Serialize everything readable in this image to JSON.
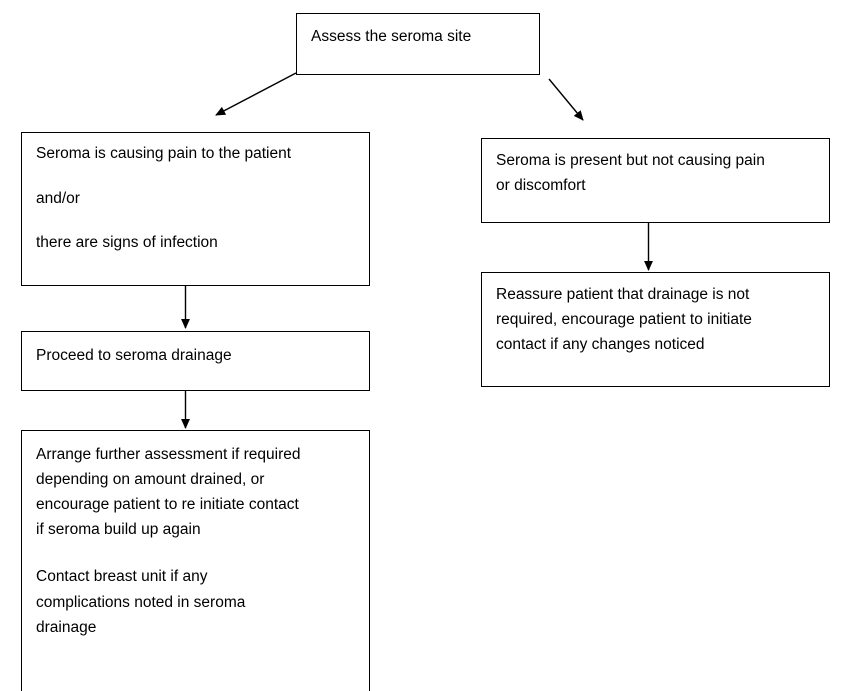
{
  "diagram": {
    "type": "flowchart",
    "orientation": "top-down",
    "background_color": "#ffffff",
    "border_color": "#000000",
    "text_color": "#000000",
    "nodes": {
      "assess": {
        "id": "assess",
        "lines": [
          "Assess the seroma site"
        ]
      },
      "pain_branch": {
        "id": "pain_branch",
        "lines": [
          "Seroma is causing pain to the patient",
          "and/or",
          "there are signs of infection"
        ]
      },
      "no_pain_branch": {
        "id": "no_pain_branch",
        "lines": [
          "Seroma is present but not causing pain",
          "or discomfort"
        ]
      },
      "proceed_drainage": {
        "id": "proceed_drainage",
        "lines": [
          "Proceed to seroma drainage"
        ]
      },
      "reassure": {
        "id": "reassure",
        "lines": [
          "Reassure patient that drainage is not",
          "required, encourage patient to initiate",
          "contact if any changes noticed"
        ]
      },
      "follow_up": {
        "id": "follow_up",
        "paragraph_one": [
          "Arrange further assessment if required",
          "depending on amount drained, or",
          "encourage patient to re initiate contact",
          "if seroma build up again"
        ],
        "paragraph_two": [
          "Contact breast unit if any",
          "complications noted in seroma",
          "drainage"
        ]
      }
    },
    "edges": [
      {
        "id": "assess-to-pain",
        "from": "assess",
        "to": "pain_branch",
        "style": "diagonal-arrow-left"
      },
      {
        "id": "assess-to-no-pain",
        "from": "assess",
        "to": "no_pain_branch",
        "style": "diagonal-arrow-right"
      },
      {
        "id": "pain-to-proceed",
        "from": "pain_branch",
        "to": "proceed_drainage",
        "style": "vertical-arrow"
      },
      {
        "id": "proceed-to-followup",
        "from": "proceed_drainage",
        "to": "follow_up",
        "style": "vertical-arrow"
      },
      {
        "id": "nopain-to-reassure",
        "from": "no_pain_branch",
        "to": "reassure",
        "style": "vertical-arrow"
      }
    ]
  }
}
